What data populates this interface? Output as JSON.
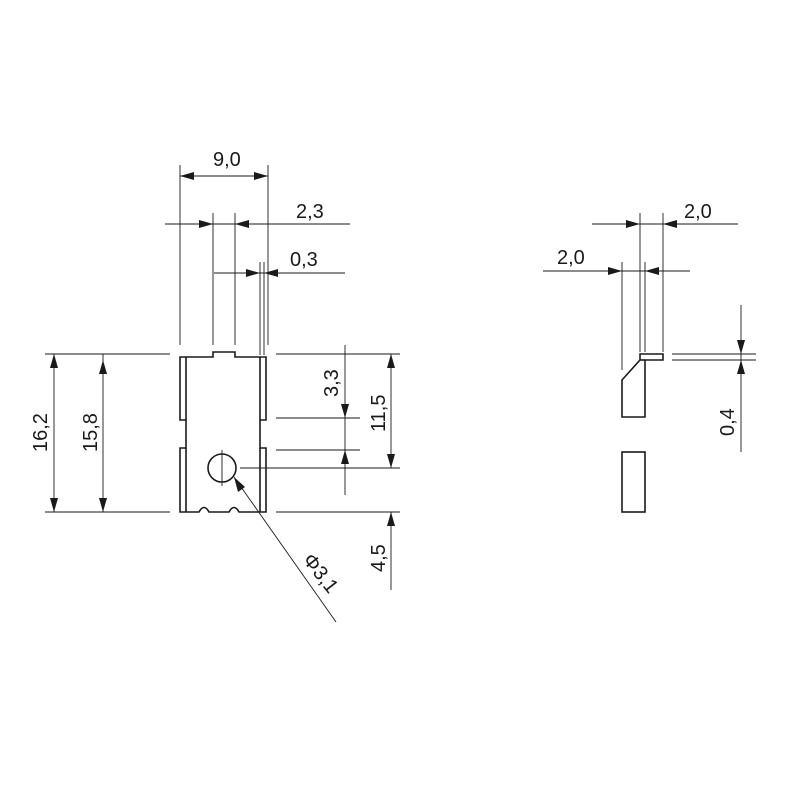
{
  "front_view": {
    "width_overall": "9,0",
    "tab_offset": "2,3",
    "tab_thickness": "0,3",
    "height_overall": "16,2",
    "height_body": "15,8",
    "tab_height": "3,3",
    "hole_height": "11,5",
    "bottom_height": "4,5",
    "hole_diameter": "Φ3,1"
  },
  "side_view": {
    "flange_width": "2,0",
    "lip_width": "2,0",
    "thickness": "0,4"
  }
}
